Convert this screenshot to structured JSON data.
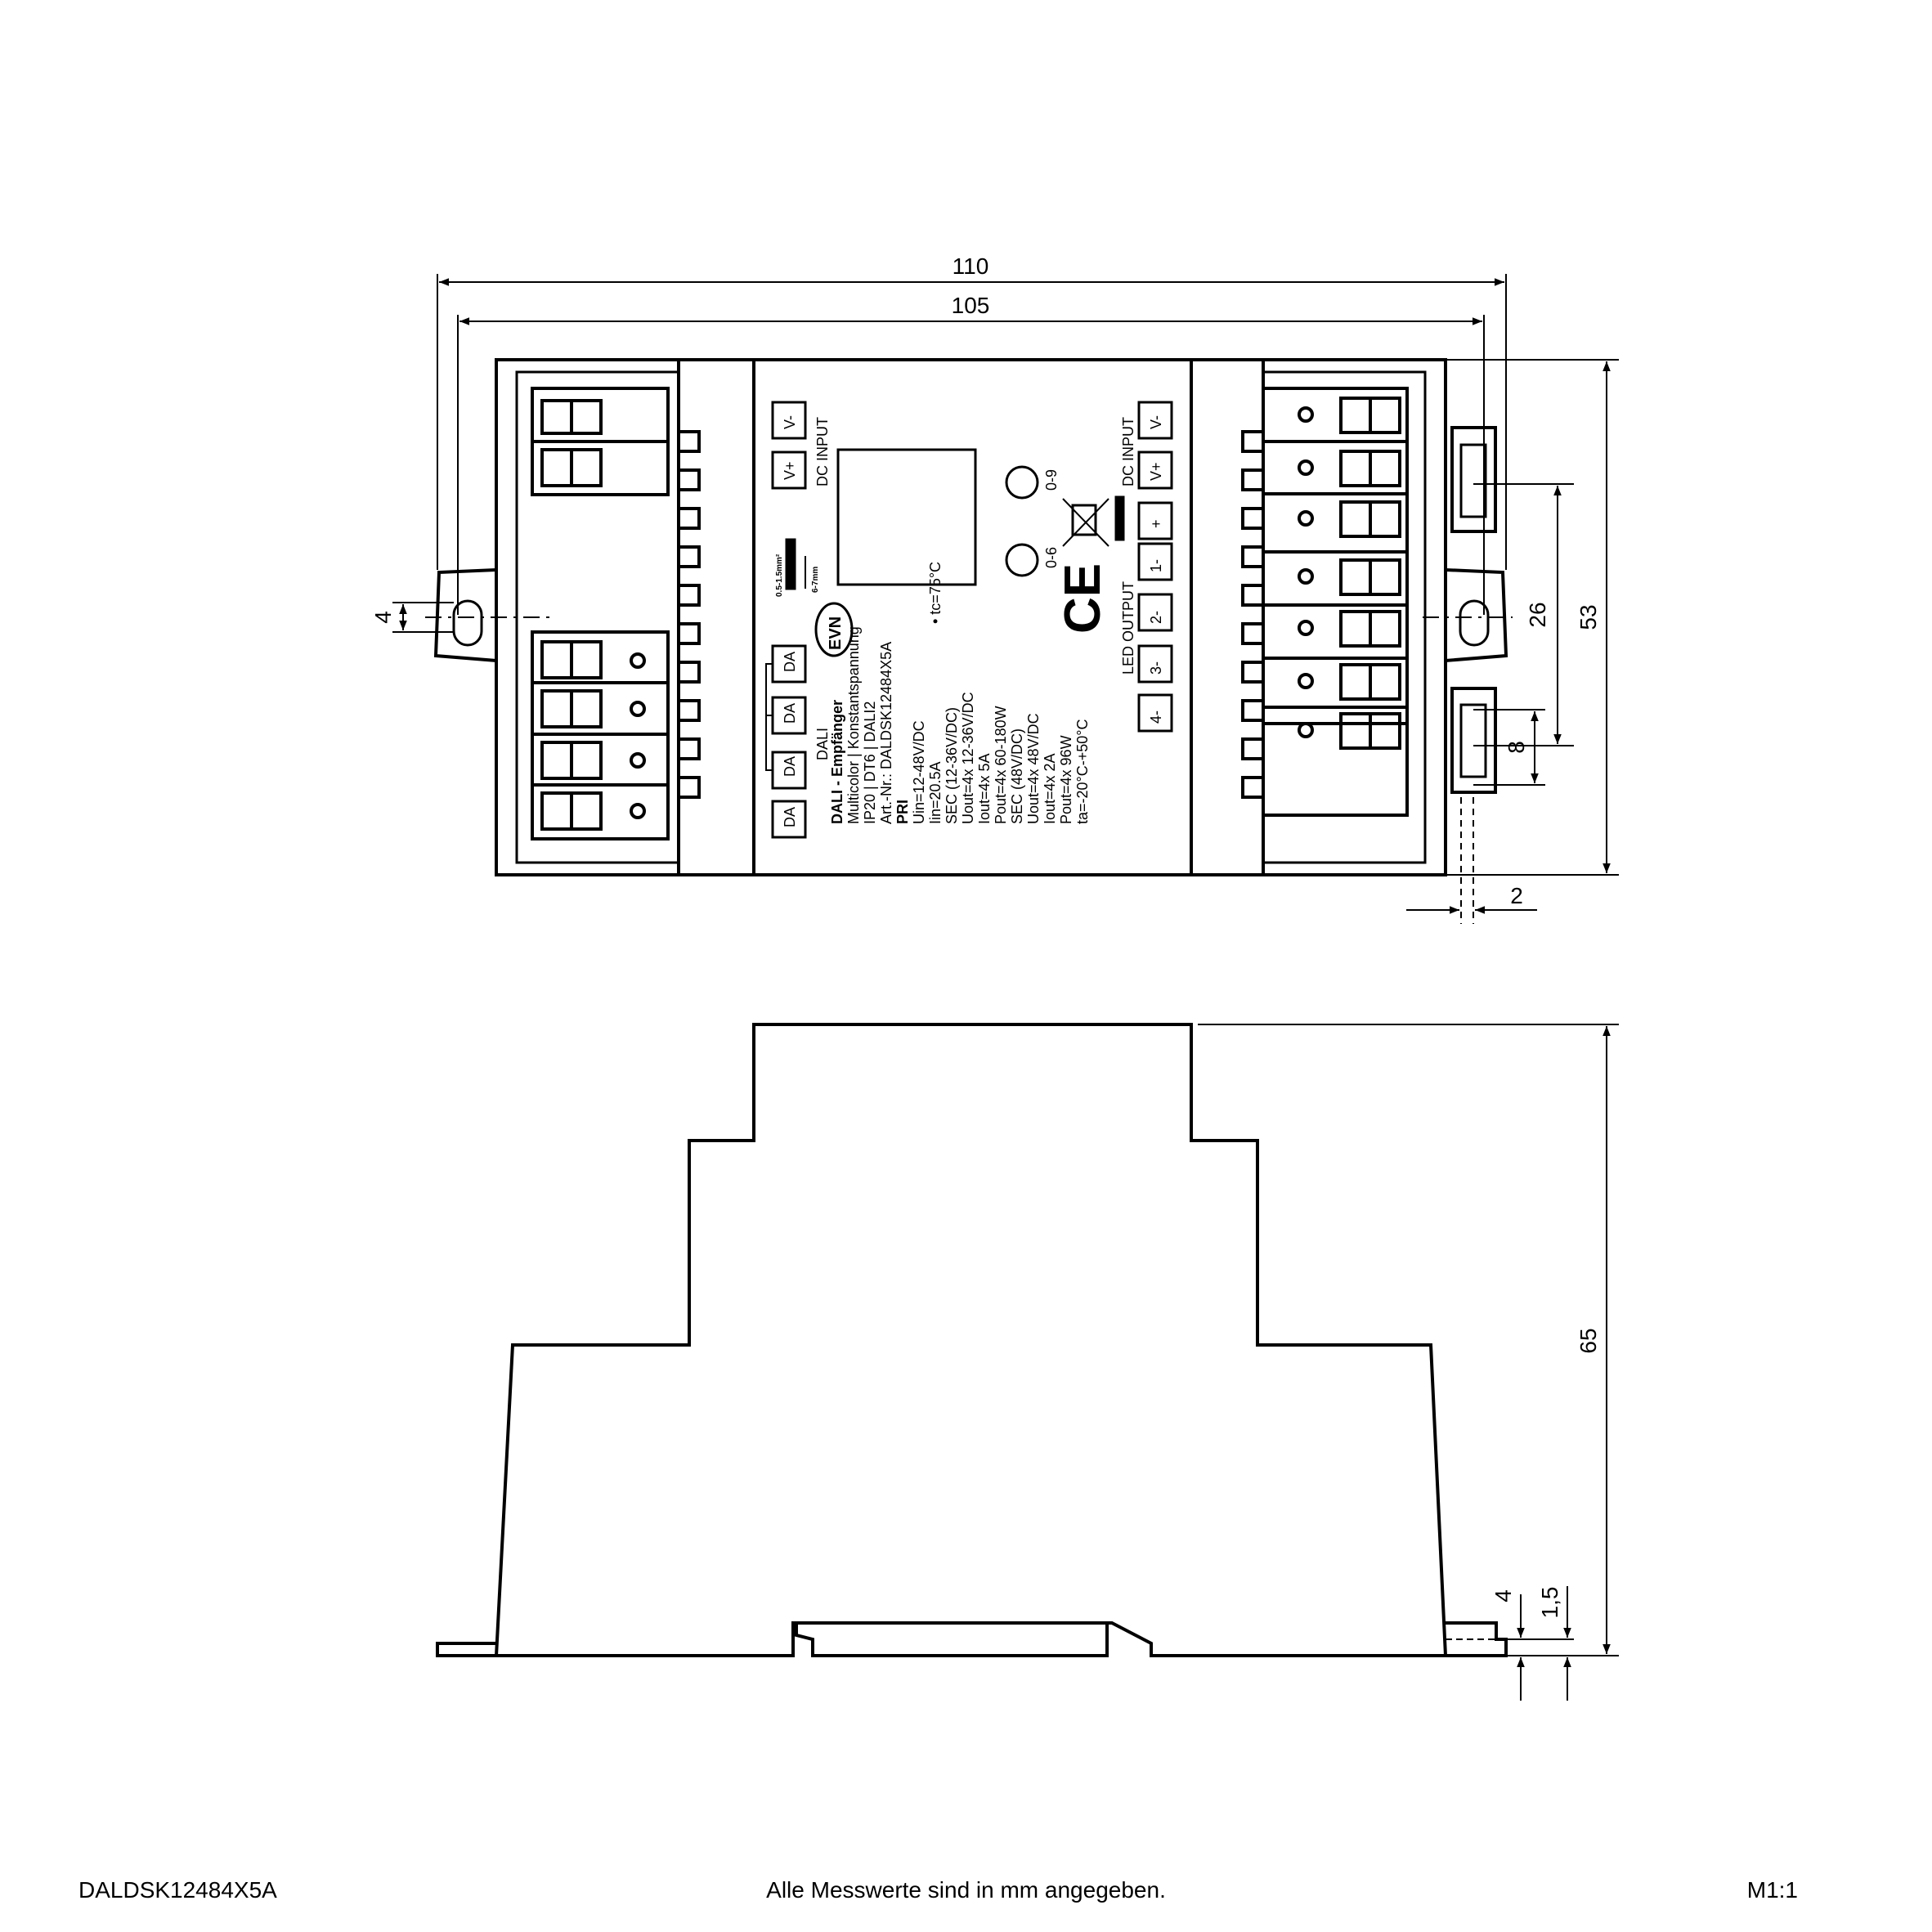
{
  "dims": {
    "w110": "110",
    "w105": "105",
    "slot4": "4",
    "h26": "26",
    "h53": "53",
    "h8": "8",
    "w2": "2",
    "h65": "65",
    "s4": "4",
    "s15": "1,5"
  },
  "label": {
    "lines": [
      {
        "text": "DALI - Empfänger",
        "bold": true
      },
      {
        "text": "Multicolor | Konstantspannung"
      },
      {
        "text": "IP20 | DT6 | DALI2"
      },
      {
        "text": "Art.-Nr.: DALDSK12484X5A"
      },
      {
        "text": "PRI",
        "bold": true
      },
      {
        "text": "Uin=12-48V/DC"
      },
      {
        "text": "Iin=20.5A"
      },
      {
        "text": "SEC (12-36V/DC)",
        "boldPrefix": "SEC"
      },
      {
        "text": "Uout=4x 12-36V/DC"
      },
      {
        "text": "Iout=4x 5A"
      },
      {
        "text": "Pout=4x 60-180W"
      },
      {
        "text": "SEC (48V/DC)",
        "boldPrefix": "SEC"
      },
      {
        "text": "Uout=4x 48V/DC"
      },
      {
        "text": "Iout=4x 2A"
      },
      {
        "text": "Pout=4x 96W"
      },
      {
        "text": "ta=-20°C-+50°C"
      }
    ],
    "tc": "• tc=75°C",
    "dali": "DALI",
    "da": [
      "DA",
      "DA",
      "DA",
      "DA"
    ],
    "dc_input": "DC INPUT",
    "led_output": "LED OUTPUT",
    "left_terms": [
      "V+",
      "V-"
    ],
    "right_terms": [
      "4-",
      "3-",
      "2-",
      "1-",
      "+",
      "V+",
      "V-"
    ],
    "wire": "0.5-1.5mm²",
    "strip": "6-7mm",
    "pot1": "0-9",
    "pot2": "0-6",
    "ce": "CE",
    "logo": "EVN"
  },
  "footer": {
    "left": "DALDSK12484X5A",
    "center": "Alle Messwerte sind in mm angegeben.",
    "right": "M1:1"
  }
}
